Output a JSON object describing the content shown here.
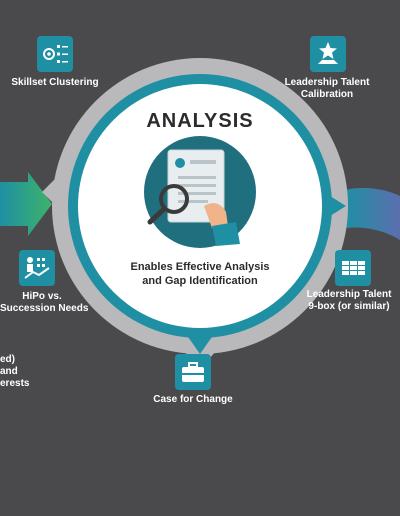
{
  "center": {
    "title": "ANALYSIS",
    "subtitle_line1": "Enables Effective Analysis",
    "subtitle_line2": "and Gap Identification"
  },
  "nodes": {
    "skillset_clustering": {
      "line1": "Skillset Clustering",
      "icon": "gear-checklist-icon"
    },
    "leadership_calibration": {
      "line1": "Leadership Talent",
      "line2": "Calibration",
      "icon": "star-balance-icon"
    },
    "hipo_succession": {
      "line1": "HiPo vs.",
      "line2": "Succession Needs",
      "icon": "org-chart-icon"
    },
    "nine_box": {
      "line1": "Leadership Talent",
      "line2": "9-box (or similar)",
      "icon": "grid-icon"
    },
    "case_for_change": {
      "line1": "Case for Change",
      "icon": "briefcase-icon"
    }
  },
  "left_fragment": {
    "line1": "ed)",
    "line2": "and",
    "line3": "erests"
  },
  "colors": {
    "background": "#4a4a4c",
    "ring_outer": "#b9b9bb",
    "ring_teal": "#1f8fa3",
    "center": "#ffffff",
    "icon_box": "#1f8fa3",
    "arrow_left_start": "#1f8fa3",
    "arrow_left_end": "#3db36a"
  }
}
